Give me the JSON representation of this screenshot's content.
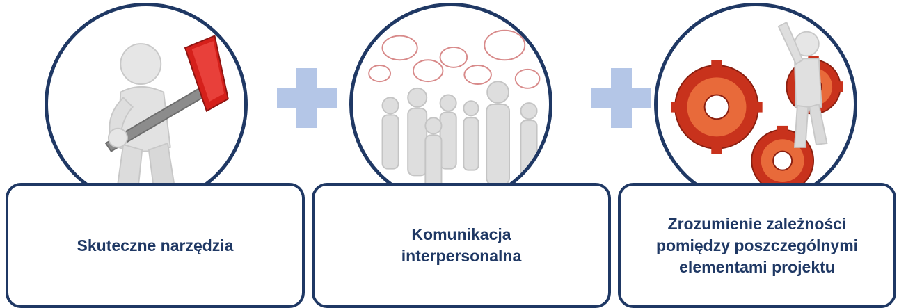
{
  "colors": {
    "outline": "#1f3864",
    "plus": "#b4c6e7",
    "text": "#1f3864"
  },
  "steps": [
    {
      "label": "Skuteczne narzędzia",
      "illustration": "figure-with-hammer"
    },
    {
      "label": "Komunikacja\ninterpersonalna",
      "illustration": "crowd-with-speech-bubbles"
    },
    {
      "label": "Zrozumienie zależności\npomiędzy poszczególnymi\nelementami projektu",
      "illustration": "figure-on-gears"
    }
  ],
  "connectors": [
    "plus-icon",
    "plus-icon"
  ]
}
